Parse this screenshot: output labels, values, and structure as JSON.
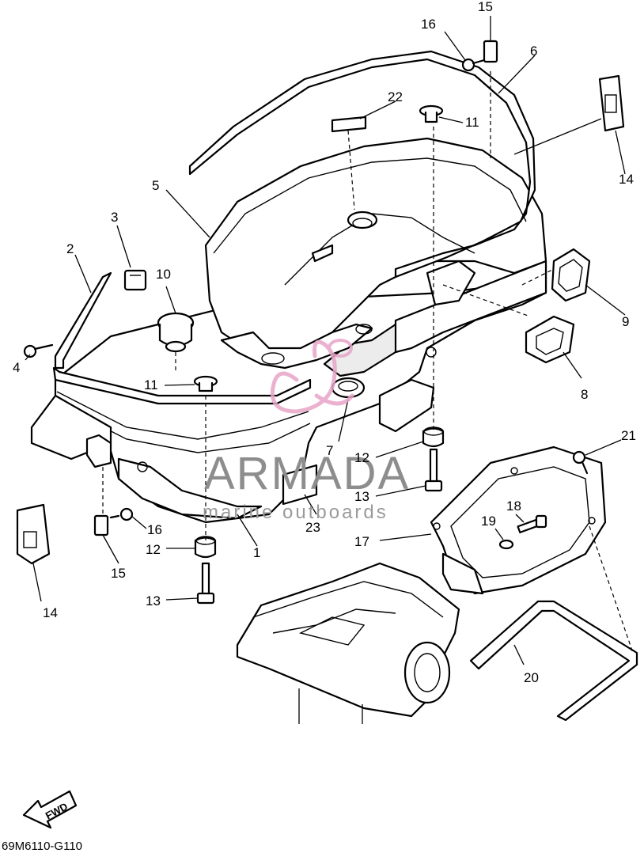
{
  "callouts": {
    "c1": "1",
    "c2": "2",
    "c3": "3",
    "c4": "4",
    "c5": "5",
    "c6": "6",
    "c7": "7",
    "c8": "8",
    "c9": "9",
    "c10": "10",
    "c11a": "11",
    "c11b": "11",
    "c12a": "12",
    "c12b": "12",
    "c13a": "13",
    "c13b": "13",
    "c14a": "14",
    "c14b": "14",
    "c15a": "15",
    "c15b": "15",
    "c16a": "16",
    "c16b": "16",
    "c17": "17",
    "c18": "18",
    "c19": "19",
    "c20": "20",
    "c21": "21",
    "c22": "22",
    "c23": "23"
  },
  "watermark": {
    "title": "ARMADA",
    "subtitle": "marine outboards",
    "logo_color": "#e8a4c8"
  },
  "direction_label": "FWD",
  "diagram_code": "69M6110-G110"
}
